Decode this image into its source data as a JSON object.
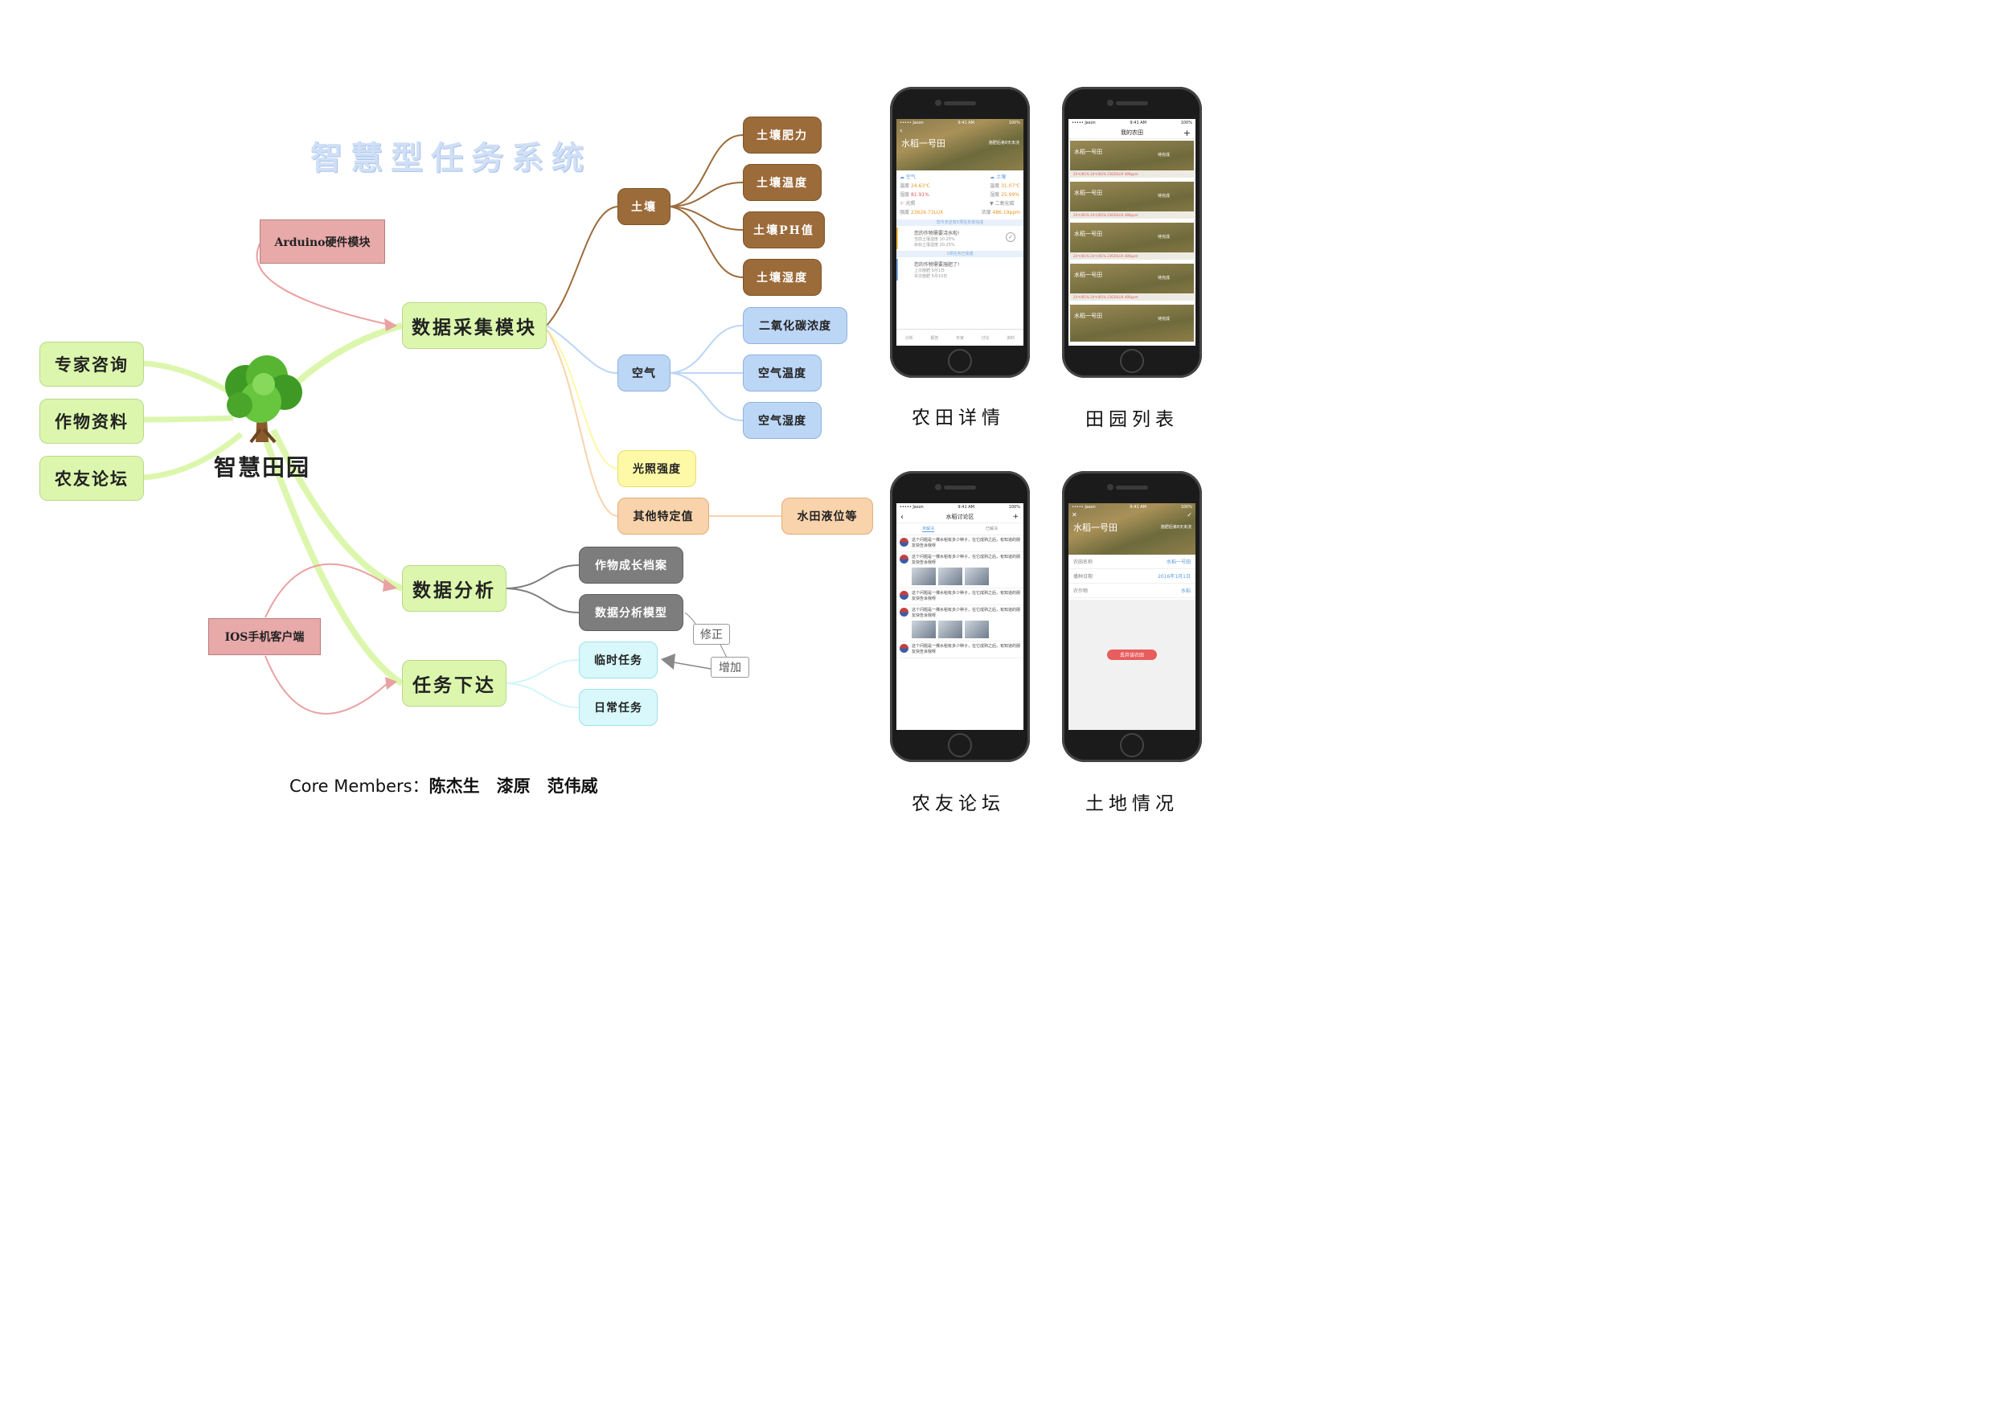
{
  "title": "智慧型任务系统",
  "root": {
    "label": "智慧田园"
  },
  "left_nodes": [
    "专家咨询",
    "作物资料",
    "农友论坛"
  ],
  "hardware_label": "Arduino硬件模块",
  "ios_label": "IOS手机客户端",
  "collection": {
    "label": "数据采集模块",
    "soil": {
      "label": "土壤",
      "children": [
        "土壤肥力",
        "土壤温度",
        "土壤PH值",
        "土壤湿度"
      ]
    },
    "air": {
      "label": "空气",
      "children": [
        "二氧化碳浓度",
        "空气温度",
        "空气湿度"
      ]
    },
    "light": {
      "label": "光照强度"
    },
    "other": {
      "label": "其他特定值",
      "child": "水田液位等"
    }
  },
  "analysis": {
    "label": "数据分析",
    "children": [
      "作物成长档案",
      "数据分析模型"
    ]
  },
  "tasks": {
    "label": "任务下达",
    "children": [
      "临时任务",
      "日常任务"
    ]
  },
  "tags": {
    "revise": "修正",
    "add": "增加"
  },
  "members": {
    "prefix": "Core Members：",
    "names": "陈杰生　漆原　范伟威"
  },
  "captions": {
    "p1": "农田详情",
    "p2": "田园列表",
    "p3": "农友论坛",
    "p4": "土地情况"
  },
  "phone1": {
    "status_left": "••••• Jason",
    "status_time": "9:41 AM",
    "status_right": "100%",
    "title": "水稻一号田",
    "subtitle": "施肥后第8天未浇",
    "air_label": "空气",
    "soil_label": "土壤",
    "air_temp_label": "温度",
    "air_temp": "24.63℃",
    "air_hum_label": "湿度",
    "air_hum": "81.91%",
    "soil_temp_label": "温度",
    "soil_temp": "31.07℃",
    "soil_hum_label": "湿度",
    "soil_hum": "25.99%",
    "light_label": "光照",
    "co2_label": "二氧化碳",
    "light_val_label": "强度",
    "light_val": "23626.73LUX",
    "co2_val_label": "浓度",
    "co2_val": "486.19ppm",
    "banner1": "您今天还有5项任务未完成",
    "msg1": "您的作物需要浇水啦!",
    "msg1a": "当前土壤湿度 10.25%",
    "msg1b": "目标土壤湿度 20.25%",
    "banner2": "1项任务已完成",
    "msg2": "您的作物需要施肥了!",
    "msg2a": "上次施肥 5月1日",
    "msg2b": "本次施肥 5月10日",
    "tabs": [
      "分析",
      "报告",
      "专家",
      "讨论",
      "资料"
    ]
  },
  "phone2": {
    "status_left": "••••• Jason",
    "status_time": "9:41 AM",
    "status_right": "100%",
    "title": "我的农田",
    "field_name": "水稻一号田",
    "field_state": "待完成",
    "field_stats": "24℃/81%   24℃/81%   23626LUX   486ppm"
  },
  "phone3": {
    "status_left": "••••• Jason",
    "status_time": "9:41 AM",
    "status_right": "100%",
    "title": "水稻讨论区",
    "tab_a": "未解决",
    "tab_b": "已解决",
    "post_text": "这个问题是一棵水稻有多少种子，在它成熟之后，有知道的朋友快告诉我呀"
  },
  "phone4": {
    "status_left": "••••• Jason",
    "status_time": "9:41 AM",
    "status_right": "100%",
    "title": "水稻一号田",
    "subtitle": "施肥后第8天未浇",
    "rows": [
      {
        "label": "农田名称",
        "value": "水稻一号田"
      },
      {
        "label": "播种日期",
        "value": "2016年1月1日"
      },
      {
        "label": "农作物",
        "value": "水稻"
      }
    ],
    "button": "丢弃该农田"
  },
  "colors": {
    "soil": "#9c6b3a",
    "air": "#bcd6f6",
    "light": "#fdf9a6",
    "other": "#f8d3ac",
    "analysis": "#7d7d7d",
    "tasks": "#d8f8fb",
    "green": "#dcf7ad",
    "pink": "#e8a9a9"
  }
}
